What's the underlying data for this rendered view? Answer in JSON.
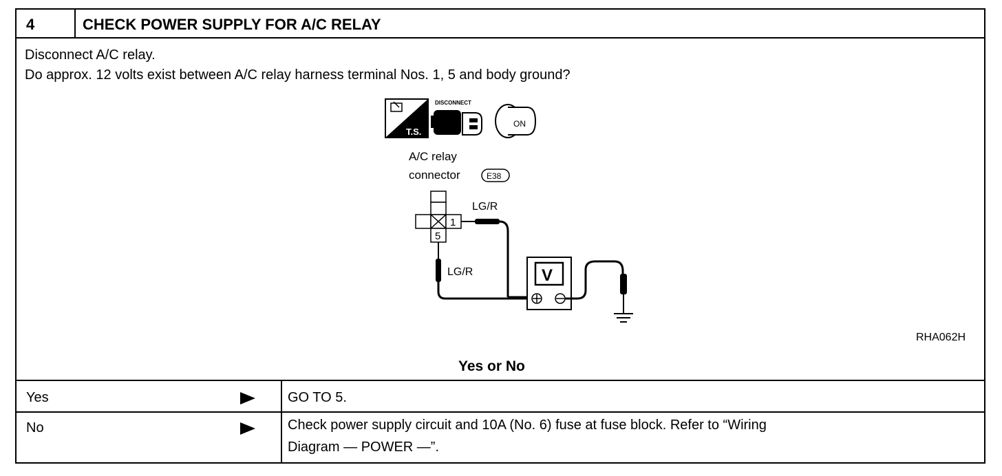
{
  "step": {
    "number": "4",
    "title": "CHECK POWER SUPPLY FOR A/C RELAY"
  },
  "instructions": {
    "line1": "Disconnect A/C relay.",
    "line2": "Do approx. 12 volts exist between A/C relay harness terminal Nos. 1, 5 and body ground?"
  },
  "diagram": {
    "disconnect_label": "DISCONNECT",
    "ts_label": "T.S.",
    "on_label": "ON",
    "connector_label_1": "A/C  relay",
    "connector_label_2": "connector",
    "connector_code": "E38",
    "terminal_1": "1",
    "terminal_5": "5",
    "wire_label_top": "LG/R",
    "wire_label_side": "LG/R",
    "meter_symbol": "V",
    "figure_code": "RHA062H"
  },
  "question": "Yes or No",
  "results": [
    {
      "answer": "Yes",
      "action_line1": "GO TO 5.",
      "action_line2": ""
    },
    {
      "answer": "No",
      "action_line1": "Check power supply circuit and 10A (No. 6) fuse at fuse block. Refer to  “Wiring",
      "action_line2": "Diagram — POWER —”."
    }
  ]
}
